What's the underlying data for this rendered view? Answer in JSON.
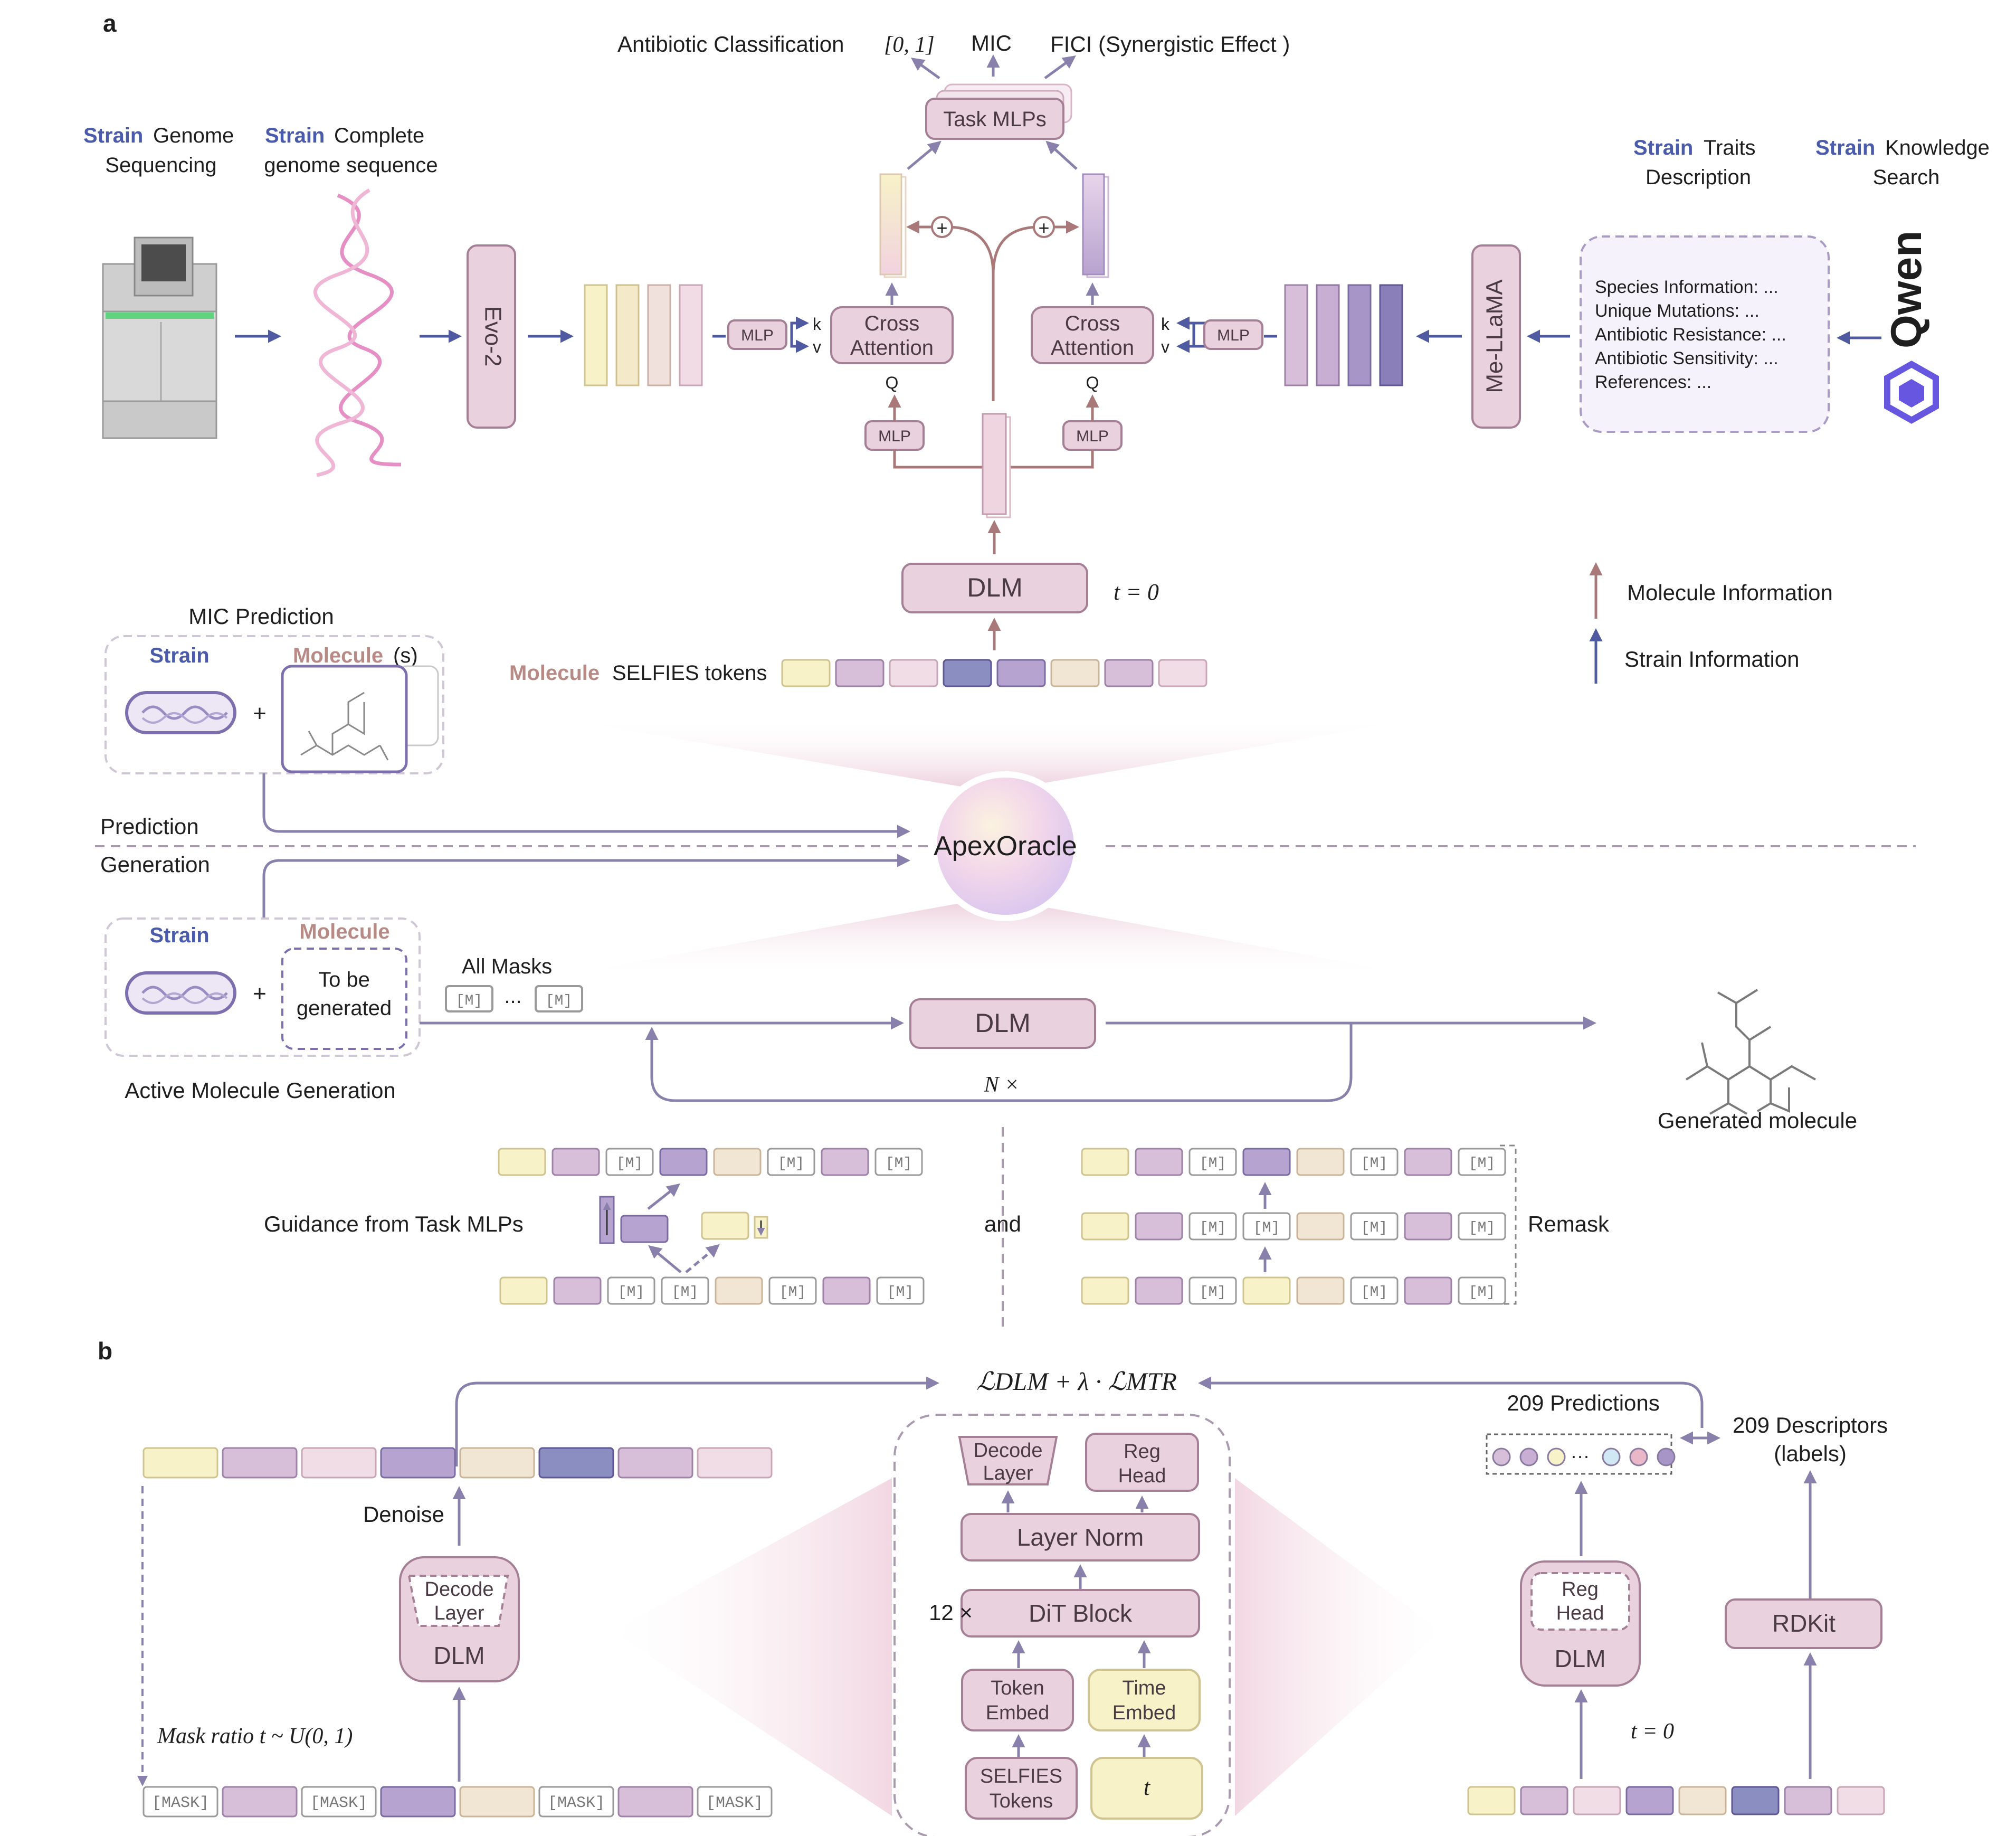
{
  "panel_a": {
    "label": "a",
    "outputs": {
      "classification": "Antibiotic Classification",
      "range": "[0, 1]",
      "mic": "MIC",
      "fici": "FICI (Synergistic Effect )"
    },
    "task_mlps": "Task MLPs",
    "strain_word": "Strain",
    "genome_seq_1": "Genome",
    "genome_seq_2": "Sequencing",
    "complete_1": "Complete",
    "complete_2": "genome  sequence",
    "evo2": "Evo-2",
    "mlp": "MLP",
    "k": "k",
    "v": "v",
    "q": "Q",
    "cross_attention_1": "Cross",
    "cross_attention_2": "Attention",
    "traits_1": "Traits",
    "traits_2": "Description",
    "knowledge_1": "Knowledge",
    "knowledge_2": "Search",
    "me_llama": "Me-LLaMA",
    "qwen": "Qwen",
    "info_lines": [
      "Species Information: ...",
      "Unique Mutations: ...",
      "Antibiotic Resistance: ...",
      "Antibiotic Sensitivity: ...",
      "References: ..."
    ],
    "dlm": "DLM",
    "t0": "t = 0",
    "legend_molecule": "Molecule Information",
    "legend_strain": "Strain Information",
    "mic_prediction": "MIC Prediction",
    "molecule_word": "Molecule",
    "molecules_suffix": "(s)",
    "selfies_tokens": "SELFIES tokens",
    "prediction": "Prediction",
    "generation": "Generation",
    "apex": "ApexOracle",
    "molecule_gen": "Molecule",
    "to_be_1": "To be",
    "to_be_2": "generated",
    "all_masks": "All Masks",
    "mask_token": "[M]",
    "ellipsis": "...",
    "n_times": "N ×",
    "active_gen": "Active Molecule Generation",
    "generated_molecule": "Generated molecule",
    "guidance": "Guidance from Task MLPs",
    "and": "and",
    "remask": "Remask",
    "plus": "+"
  },
  "panel_b": {
    "label": "b",
    "loss": "ℒDLM + λ · ℒMTR",
    "denoise": "Denoise",
    "decode_1": "Decode",
    "decode_2": "Layer",
    "dlm": "DLM",
    "mask_ratio": "Mask ratio t ~ U(0, 1)",
    "mask_token": "[MASK]",
    "reg_1": "Reg",
    "reg_2": "Head",
    "layer_norm": "Layer Norm",
    "dit_block": "DiT Block",
    "twelve": "12 ×",
    "token_1": "Token",
    "token_2": "Embed",
    "time_1": "Time",
    "time_2": "Embed",
    "selfies_1": "SELFIES",
    "selfies_2": "Tokens",
    "t": "t",
    "predictions": "209 Predictions",
    "descriptors_1": "209 Descriptors",
    "descriptors_2": "(labels)",
    "rdkit": "RDKit",
    "t0": "t = 0",
    "ellipsis": "···"
  },
  "colors": {
    "yellow": "#f7f2c8",
    "pink_light": "#f1dde6",
    "purple_light": "#d8bfd9",
    "purple_mid": "#b7a3cf",
    "purple_dark": "#8a8ec0",
    "beige": "#f1e6d4",
    "strain_blue": "#4a5bab",
    "molecule_rose": "#b88a86"
  }
}
